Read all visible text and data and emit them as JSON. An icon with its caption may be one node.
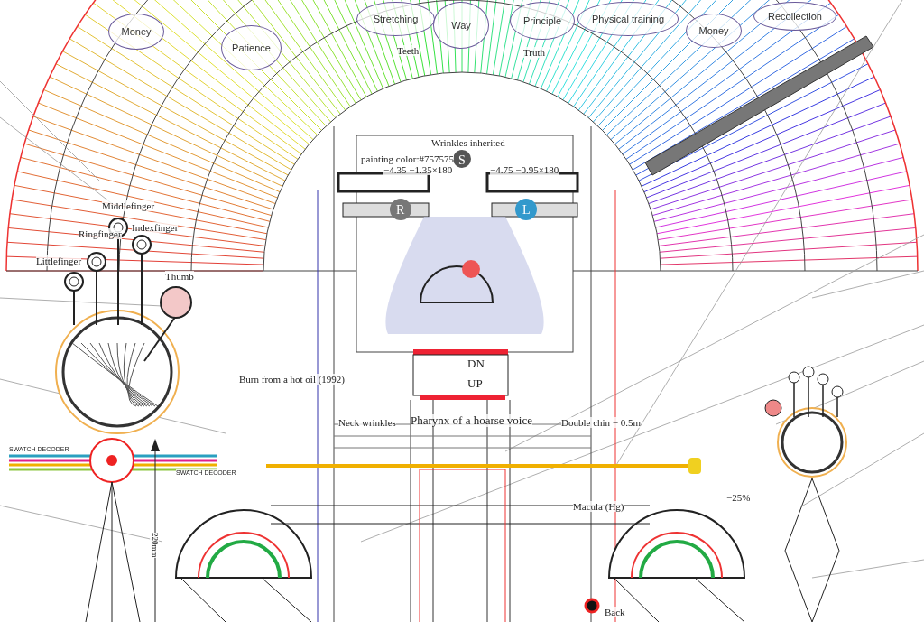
{
  "diagram": {
    "nodes": [
      {
        "text": [
          "Money"
        ]
      },
      {
        "text": [
          "Patience"
        ]
      },
      {
        "text": [
          "Stretching"
        ]
      },
      {
        "text": [
          "Way"
        ]
      },
      {
        "text": [
          "Principle"
        ]
      },
      {
        "text": [
          "Physical training"
        ]
      },
      {
        "text": [
          "Money"
        ]
      },
      {
        "text": [
          "Recollection"
        ]
      }
    ],
    "labels": [
      "Teeth",
      "Truth",
      "Wrinkles inherited",
      "painting color:#757575",
      "−4.35 −1.35×180",
      "−4.75 −0.95×180",
      "R",
      "L",
      "S",
      "Littlefinger",
      "Ringfinger",
      "Middlefinger",
      "Indexfinger",
      "Thumb",
      "Burn from a hot oil (1992)",
      "DN",
      "UP",
      "Neck wrinkles",
      "Pharynx of a hoarse voice",
      "Double chin − 0.5m",
      "SWATCH DECODER",
      "SWATCH DECODER",
      "220mm",
      "Macula (Hg)",
      "−25%",
      "Back"
    ]
  }
}
